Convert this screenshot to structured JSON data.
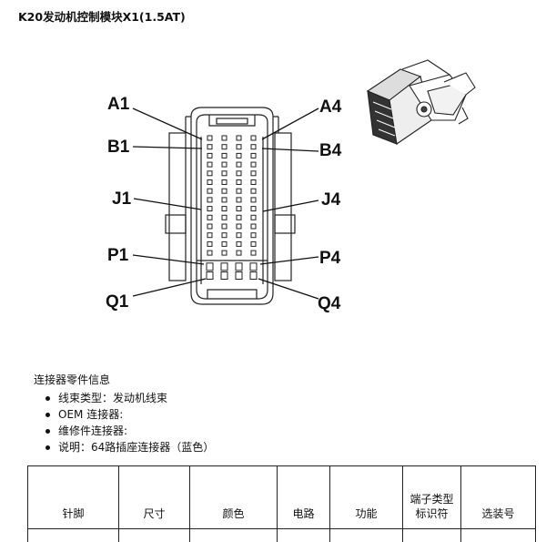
{
  "document": {
    "title": "K20发动机控制模块X1(1.5AT)"
  },
  "figure": {
    "pin_labels": {
      "a1": "A1",
      "a4": "A4",
      "b1": "B1",
      "b4": "B4",
      "j1": "J1",
      "j4": "J4",
      "p1": "P1",
      "p4": "P4",
      "q1": "Q1",
      "q4": "Q4"
    },
    "pin_grid": {
      "rows": 16,
      "columns": 4
    }
  },
  "connector_info": {
    "heading": "连接器零件信息",
    "items": [
      "线束类型：发动机线束",
      "OEM 连接器:",
      "维修件连接器:",
      "说明：64路插座连接器（蓝色）"
    ]
  },
  "table": {
    "headers": [
      "针脚",
      "尺寸",
      "颜色",
      "电路",
      "功能",
      "端子类型标识符",
      "选装号"
    ]
  }
}
